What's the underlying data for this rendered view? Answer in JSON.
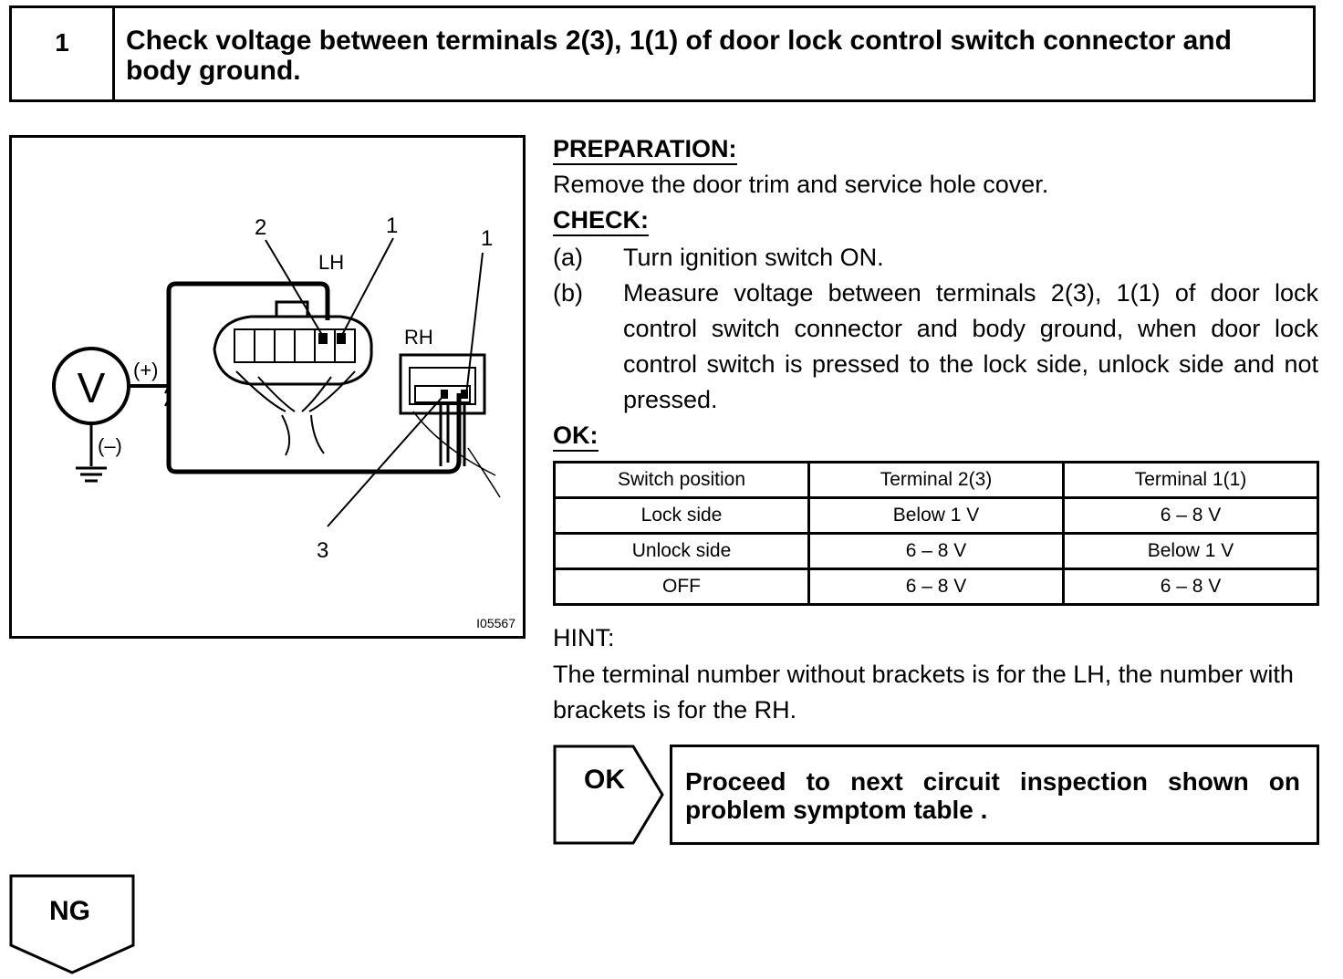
{
  "header": {
    "step_number": "1",
    "title": "Check voltage between terminals 2(3), 1(1) of door lock control switch connector and body ground."
  },
  "figure": {
    "labels": {
      "lh": "LH",
      "rh": "RH",
      "v": "V",
      "plus": "(+)",
      "minus": "(–)",
      "num_2": "2",
      "num_1_lh": "1",
      "num_1_rh": "1",
      "num_3": "3"
    },
    "code": "I05567"
  },
  "preparation": {
    "label": "PREPARATION:",
    "text": "Remove the door trim and service hole cover."
  },
  "check": {
    "label": "CHECK:",
    "items": [
      {
        "mark": "(a)",
        "text": "Turn ignition switch ON."
      },
      {
        "mark": "(b)",
        "text": "Measure voltage between terminals 2(3), 1(1) of door lock control switch connector and body ground, when door lock control switch is pressed to the lock side, unlock side and not pressed."
      }
    ]
  },
  "ok": {
    "label": "OK:",
    "table": {
      "headers": [
        "Switch position",
        "Terminal 2(3)",
        "Terminal 1(1)"
      ],
      "rows": [
        [
          "Lock side",
          "Below 1 V",
          "6 – 8 V"
        ],
        [
          "Unlock side",
          "6 – 8 V",
          "Below 1 V"
        ],
        [
          "OFF",
          "6 – 8 V",
          "6 – 8 V"
        ]
      ]
    }
  },
  "hint": {
    "label": "HINT:",
    "text": "The terminal number without brackets is for the LH, the number with brackets is for the RH."
  },
  "result_ok": {
    "tag": "OK",
    "text": "Proceed to next circuit inspection shown on problem symptom table ."
  },
  "result_ng": {
    "tag": "NG"
  }
}
